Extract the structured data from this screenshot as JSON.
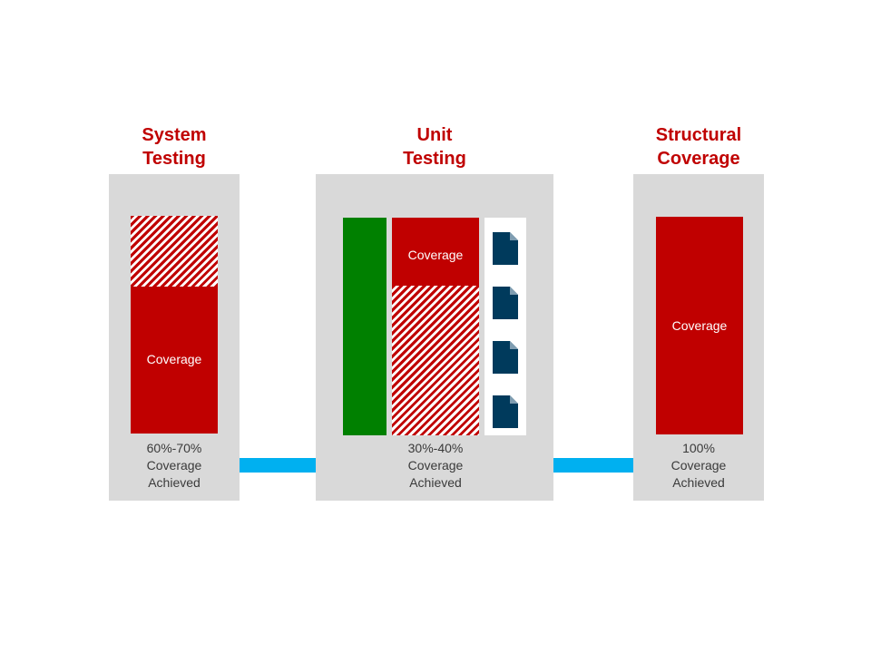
{
  "colors": {
    "heading": "#c00000",
    "coverage": "#c00000",
    "unit_green": "#008000",
    "panel": "#d9d9d9",
    "arrow": "#00b0f0",
    "document": "#003a5c"
  },
  "system": {
    "title": "System\nTesting",
    "bar_label": "Coverage",
    "caption": [
      "60%-70%",
      "Coverage",
      "Achieved"
    ],
    "coverage_fraction": 0.675
  },
  "unit": {
    "title": "Unit\nTesting",
    "bar_label": "Coverage",
    "caption": [
      "30%-40%",
      "Coverage",
      "Achieved"
    ],
    "coverage_fraction": 0.31,
    "documents": [
      "document-icon",
      "document-icon",
      "document-icon",
      "document-icon"
    ]
  },
  "structural": {
    "title": "Structural\nCoverage",
    "bar_label": "Coverage",
    "caption": [
      "100%",
      "Coverage",
      "Achieved"
    ],
    "coverage_fraction": 1.0
  },
  "arrows": [
    "arrow-right-icon",
    "arrow-right-icon"
  ]
}
